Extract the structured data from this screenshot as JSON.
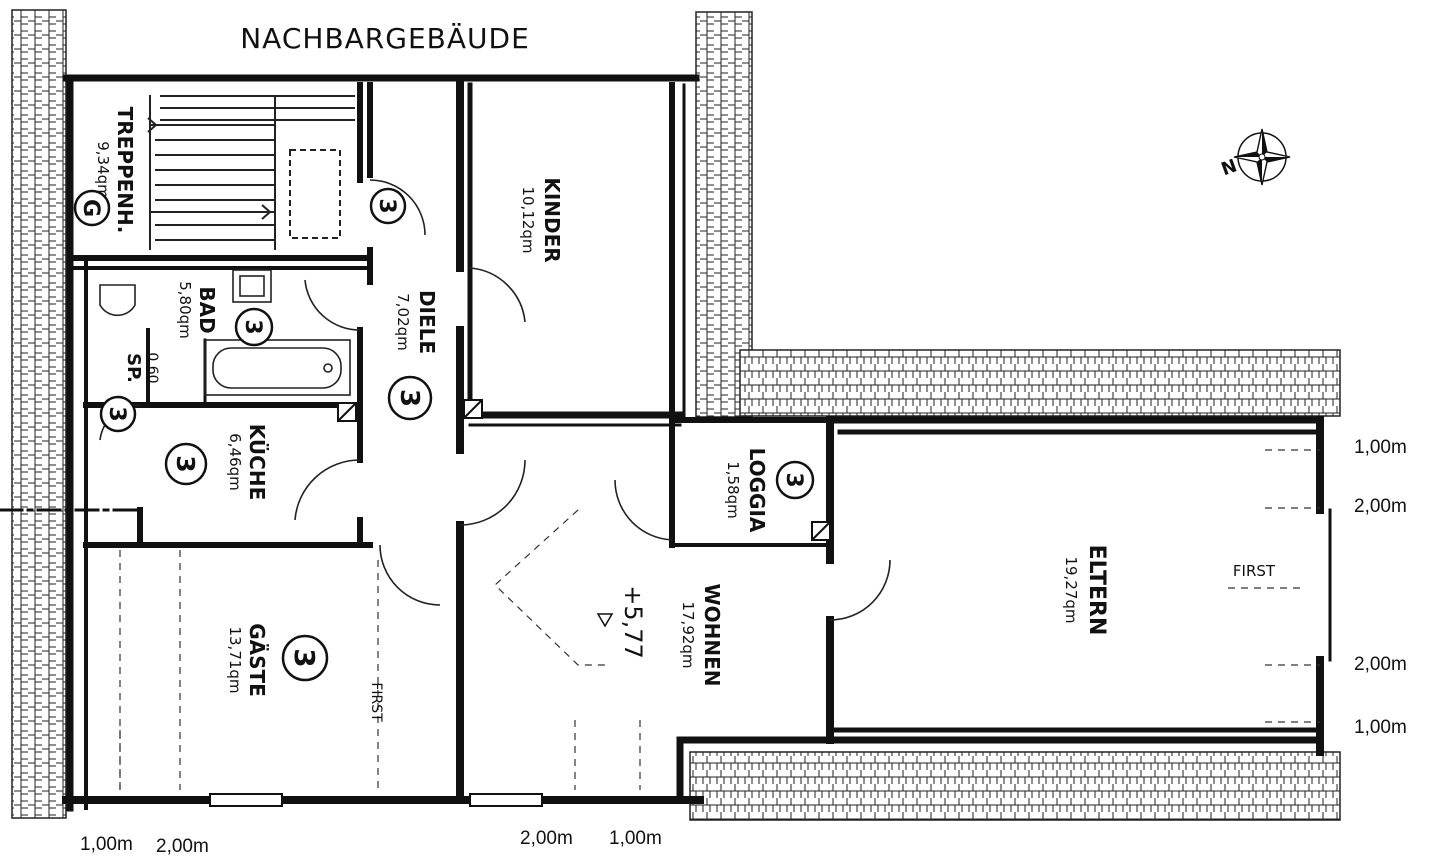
{
  "header": {
    "neighbor_label": "NACHBARGEBÄUDE"
  },
  "rooms": {
    "treppenhaus": {
      "name": "TREPPENH.",
      "area": "9,34qm",
      "badge": "G"
    },
    "kinder": {
      "name": "KINDER",
      "area": "10,12qm"
    },
    "diele": {
      "name": "DIELE",
      "area": "7,02qm",
      "badge": "3"
    },
    "bad": {
      "name": "BAD",
      "area": "5,80qm",
      "badge": "3"
    },
    "sp": {
      "name": "SP.",
      "area": "0,60",
      "badge": "3"
    },
    "kueche": {
      "name": "KÜCHE",
      "area": "6,46qm",
      "badge": "3"
    },
    "gaeste": {
      "name": "GÄSTE",
      "area": "13,71qm",
      "badge": "3",
      "note": "FIRST"
    },
    "wohnen": {
      "name": "WOHNEN",
      "area": "17,92qm",
      "level": "+5,77"
    },
    "loggia": {
      "name": "LOGGIA",
      "area": "1,58qm",
      "badge": "3"
    },
    "eltern": {
      "name": "ELTERN",
      "area": "19,27qm",
      "note": "FIRST"
    }
  },
  "door_badges": {
    "stair_door": "3"
  },
  "compass": {
    "north_label": "N"
  },
  "dimensions": {
    "right_1": "1,00m",
    "right_2": "2,00m",
    "right_3": "2,00m",
    "right_4": "1,00m",
    "bottom_1": "1,00m",
    "bottom_2": "2,00m",
    "bottom_3": "2,00m",
    "bottom_4": "1,00m"
  }
}
